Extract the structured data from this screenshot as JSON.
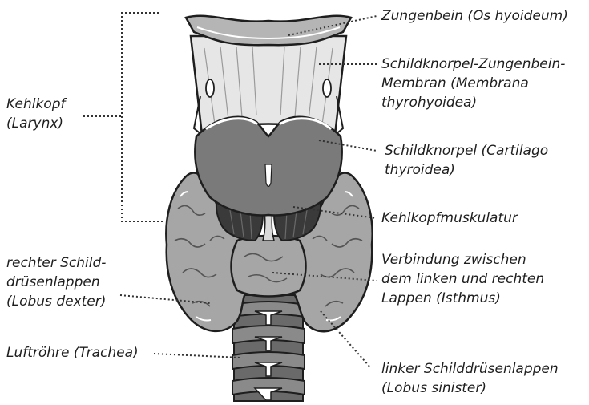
{
  "labels": {
    "larynx": [
      "Kehlkopf",
      "(Larynx)"
    ],
    "hyoid": [
      "Zungenbein (Os hyoideum)"
    ],
    "membrane": [
      "Schildknorpel-Zungenbein-",
      "Membran (Membrana",
      "thyrohyoidea)"
    ],
    "thyroid_cartilage": [
      "Schildknorpel (Cartilago",
      "thyroidea)"
    ],
    "laryngeal_muscles": [
      "Kehlkopfmuskulatur"
    ],
    "right_lobe": [
      "rechter Schild-",
      "drüsenlappen",
      "(Lobus dexter)"
    ],
    "isthmus": [
      "Verbindung zwischen",
      "dem linken und rechten",
      "Lappen (Isthmus)"
    ],
    "trachea": [
      "Luftröhre (Trachea)"
    ],
    "left_lobe": [
      "linker Schilddrüsenlappen",
      "(Lobus sinister)"
    ]
  },
  "colors": {
    "hyoid": "#b5b5b5",
    "membrane": "#e6e6e6",
    "cartilage": "#7a7a7a",
    "gland": "#a6a6a6",
    "muscle": "#3a3a3a",
    "trachea_ring": "#8a8a8a",
    "outline": "#1e1e1e",
    "leader": "#333333"
  }
}
